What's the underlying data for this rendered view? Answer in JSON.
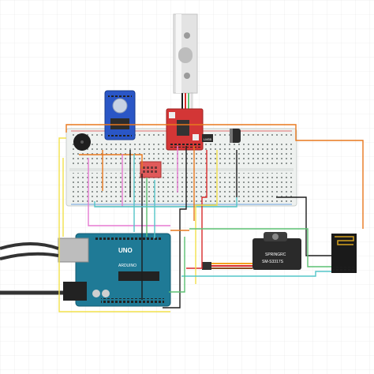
{
  "components": {
    "arduino": {
      "brand": "UNO",
      "logo_text": "ARDUINO"
    },
    "servo": {
      "brand": "SPRINGRC",
      "model": "SM-S3317S"
    },
    "rtc_module": {
      "icon": "rtc-module-icon"
    },
    "loadcell_amplifier": {
      "icon": "hx711-board-icon"
    },
    "load_cell": {
      "icon": "load-cell-bar-icon"
    },
    "temp_sensor": {
      "label": "LM35"
    },
    "wifi_module": {
      "icon": "esp8266-module-icon"
    },
    "buzzer": {
      "icon": "buzzer-icon"
    },
    "capacitor": {
      "icon": "capacitor-icon"
    },
    "breadboard": {
      "icon": "breadboard-icon"
    }
  },
  "colors": {
    "arduino_blue": "#1f7a96",
    "breadboard": "#eef1ef",
    "board_red": "#d33636",
    "rtc_blue": "#2a56c6",
    "wire_orange": "#e8781e",
    "wire_yellow": "#f2e04a",
    "wire_green": "#5cc072",
    "wire_pink": "#e57ad2",
    "wire_cyan": "#53c5c8",
    "wire_black": "#1d1d1d",
    "wire_red": "#d92b2b"
  }
}
